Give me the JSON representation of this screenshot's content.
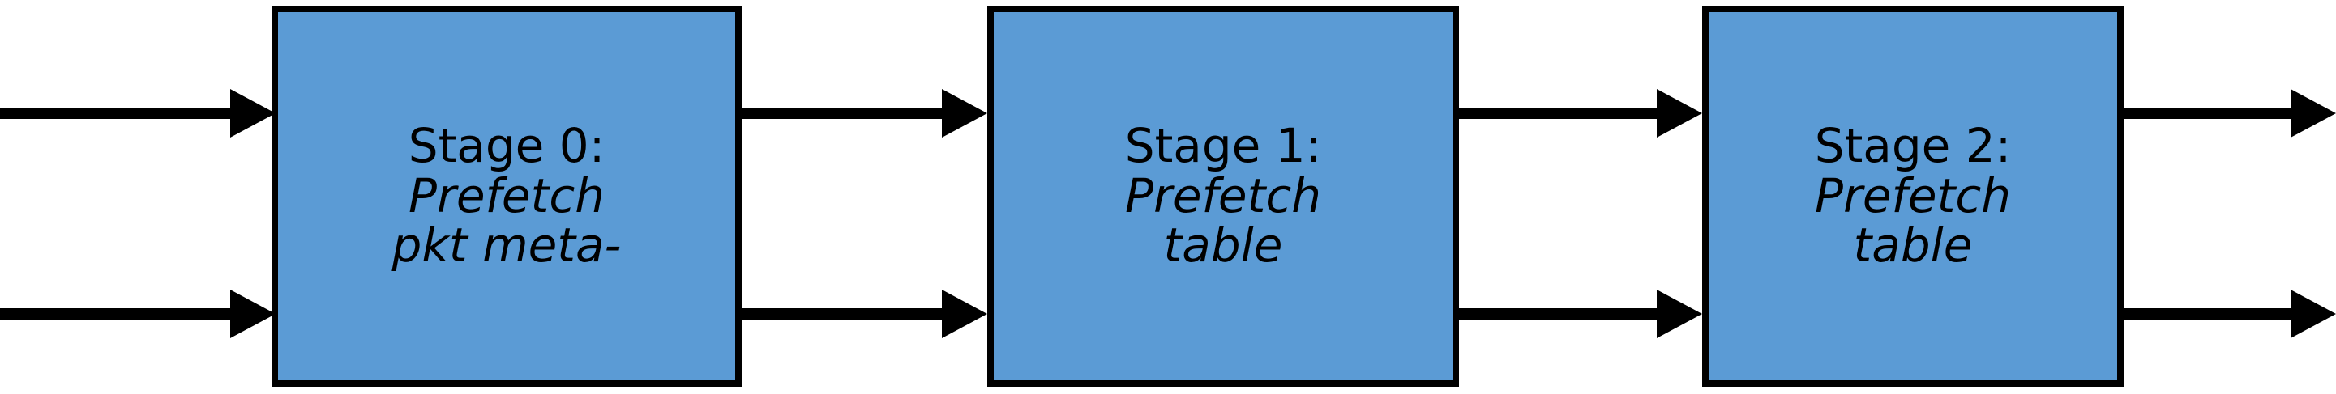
{
  "diagram": {
    "type": "pipeline-block-diagram",
    "background_color": "#ffffff",
    "box_fill_color": "#5B9BD5",
    "box_border_color": "#000000",
    "arrow_color": "#000000",
    "stages": [
      {
        "id": "stage-0",
        "title": "Stage 0:",
        "subtitle_line1": "Prefetch",
        "subtitle_line2": "pkt meta-"
      },
      {
        "id": "stage-1",
        "title": "Stage 1:",
        "subtitle_line1": "Prefetch",
        "subtitle_line2": "table"
      },
      {
        "id": "stage-2",
        "title": "Stage 2:",
        "subtitle_line1": "Prefetch",
        "subtitle_line2": "table"
      }
    ],
    "arrows": [
      {
        "id": "arrow-in-top",
        "row": "top",
        "from": "external-left",
        "to": "stage-0"
      },
      {
        "id": "arrow-in-bottom",
        "row": "bottom",
        "from": "external-left",
        "to": "stage-0"
      },
      {
        "id": "arrow-0-1-top",
        "row": "top",
        "from": "stage-0",
        "to": "stage-1"
      },
      {
        "id": "arrow-0-1-bottom",
        "row": "bottom",
        "from": "stage-0",
        "to": "stage-1"
      },
      {
        "id": "arrow-1-2-top",
        "row": "top",
        "from": "stage-1",
        "to": "stage-2"
      },
      {
        "id": "arrow-1-2-bottom",
        "row": "bottom",
        "from": "stage-1",
        "to": "stage-2"
      },
      {
        "id": "arrow-out-top",
        "row": "top",
        "from": "stage-2",
        "to": "external-right"
      },
      {
        "id": "arrow-out-bottom",
        "row": "bottom",
        "from": "stage-2",
        "to": "external-right"
      }
    ]
  }
}
